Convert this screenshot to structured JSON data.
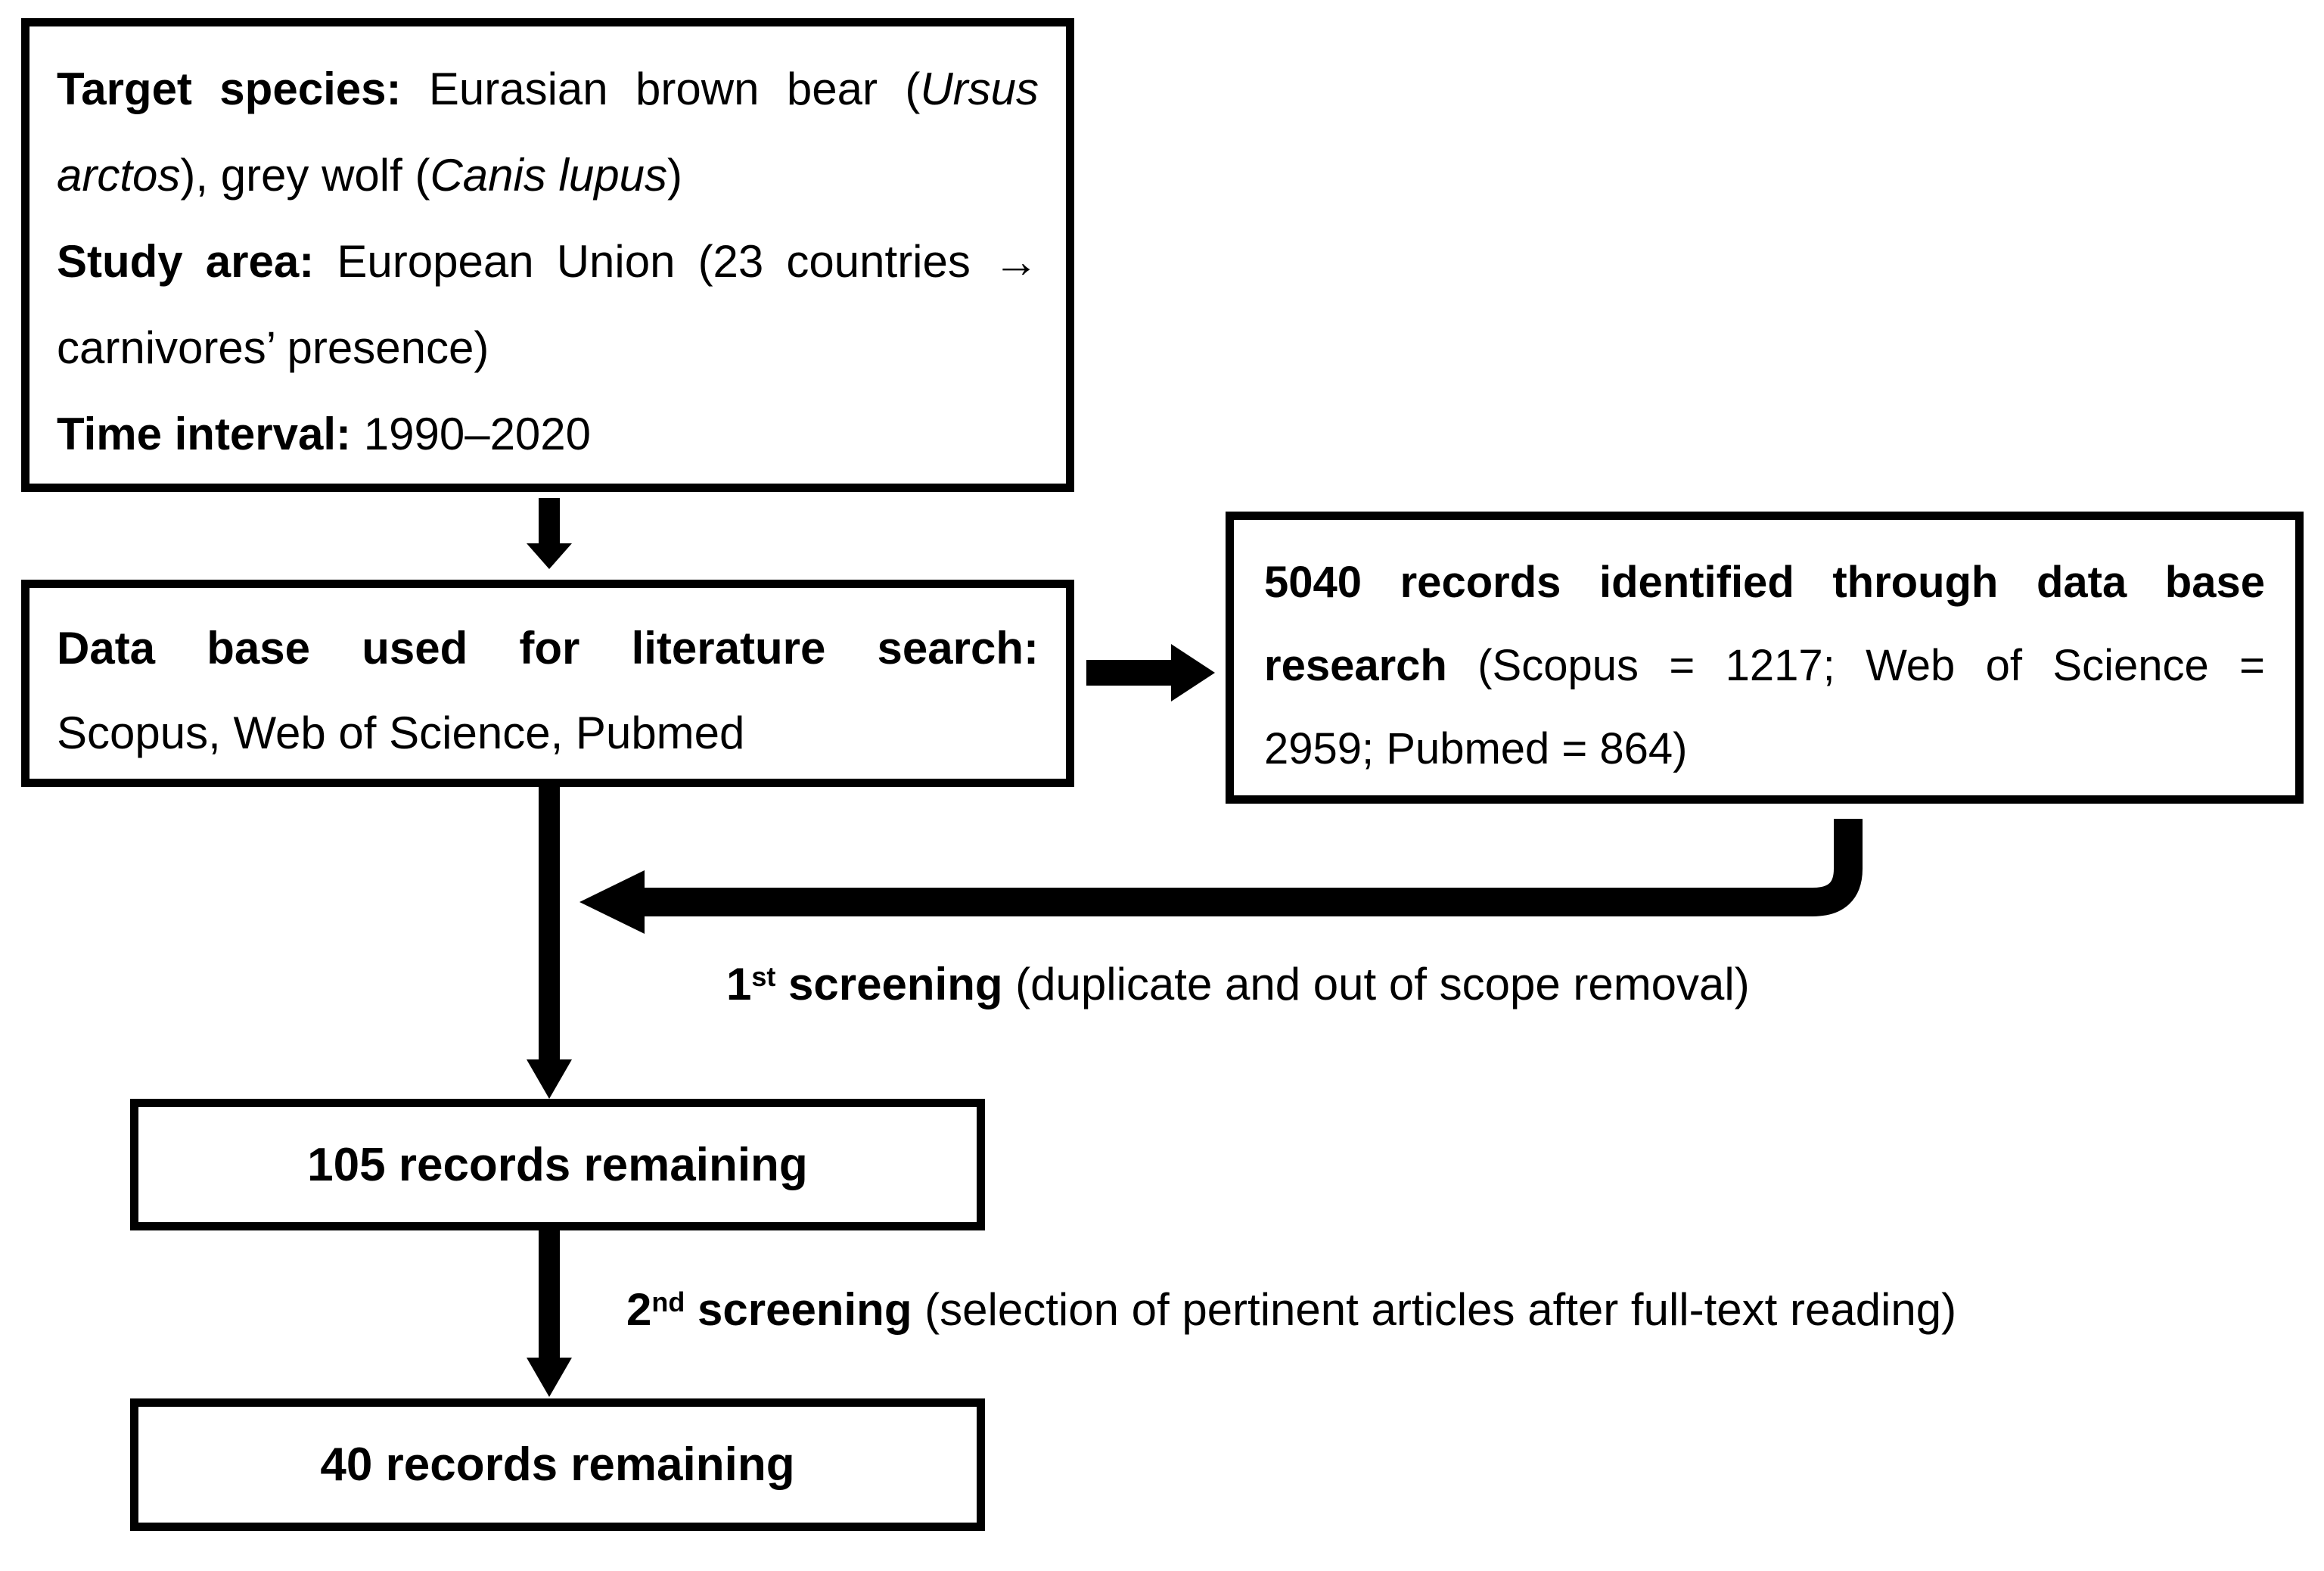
{
  "colors": {
    "ink": "#000000",
    "paper": "#ffffff"
  },
  "flowchart": {
    "criteria_box": {
      "line1": {
        "bold": "Target species:",
        "text": " Eurasian brown bear (",
        "italic": "Ursus"
      },
      "line2": {
        "italic1": "arctos",
        "text1": "), grey wolf (",
        "italic2": "Canis lupus",
        "text2": ")"
      },
      "line3": {
        "bold": "Study area:",
        "text": " European Union (23 countries →"
      },
      "line4": {
        "text": "carnivores’ presence)"
      },
      "line5": {
        "bold": "Time interval:",
        "text": " 1990–2020"
      }
    },
    "database_box": {
      "line1": {
        "bold": "Data base used for literature search:"
      },
      "line2": {
        "text": "Scopus, Web of Science, Pubmed"
      }
    },
    "identified_box": {
      "line1": {
        "bold": "5040 records identified through data base"
      },
      "line2": {
        "bold": "research",
        "text": " (Scopus = 1217; Web of Science ="
      },
      "line3": {
        "text": "2959; Pubmed = 864)"
      }
    },
    "screening1_label": {
      "number": "1",
      "ordinal": "st",
      "bold": " screening",
      "text": " (duplicate and out of scope removal)"
    },
    "remaining1_box": {
      "text": "105 records remaining"
    },
    "screening2_label": {
      "number": "2",
      "ordinal": "nd",
      "bold": " screening",
      "text": " (selection of pertinent articles after full-text reading)"
    },
    "remaining2_box": {
      "text": "40 records remaining"
    }
  }
}
